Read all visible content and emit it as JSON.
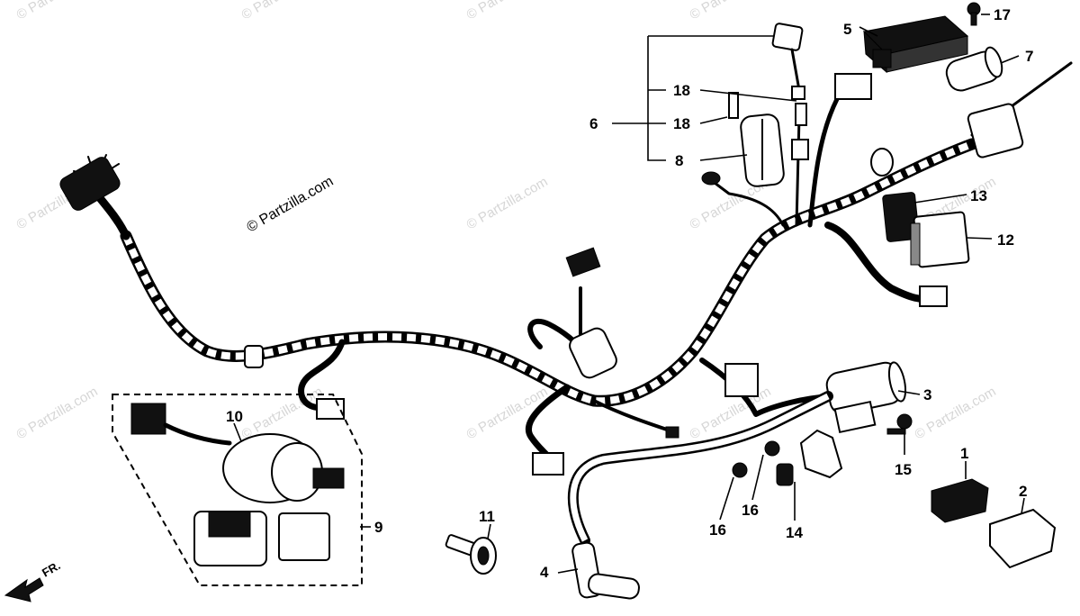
{
  "diagram": {
    "watermark": "© Partzilla.com",
    "direction_label": "FR.",
    "callouts": [
      {
        "id": "c1",
        "label": "1"
      },
      {
        "id": "c2",
        "label": "2"
      },
      {
        "id": "c3",
        "label": "3"
      },
      {
        "id": "c4",
        "label": "4"
      },
      {
        "id": "c5",
        "label": "5"
      },
      {
        "id": "c6",
        "label": "6"
      },
      {
        "id": "c7",
        "label": "7"
      },
      {
        "id": "c8",
        "label": "8"
      },
      {
        "id": "c9",
        "label": "9"
      },
      {
        "id": "c10",
        "label": "10"
      },
      {
        "id": "c11",
        "label": "11"
      },
      {
        "id": "c12",
        "label": "12"
      },
      {
        "id": "c13",
        "label": "13"
      },
      {
        "id": "c14",
        "label": "14"
      },
      {
        "id": "c15",
        "label": "15"
      },
      {
        "id": "c16a",
        "label": "16"
      },
      {
        "id": "c16b",
        "label": "16"
      },
      {
        "id": "c17",
        "label": "17"
      },
      {
        "id": "c18a",
        "label": "18"
      },
      {
        "id": "c18b",
        "label": "18"
      }
    ]
  }
}
